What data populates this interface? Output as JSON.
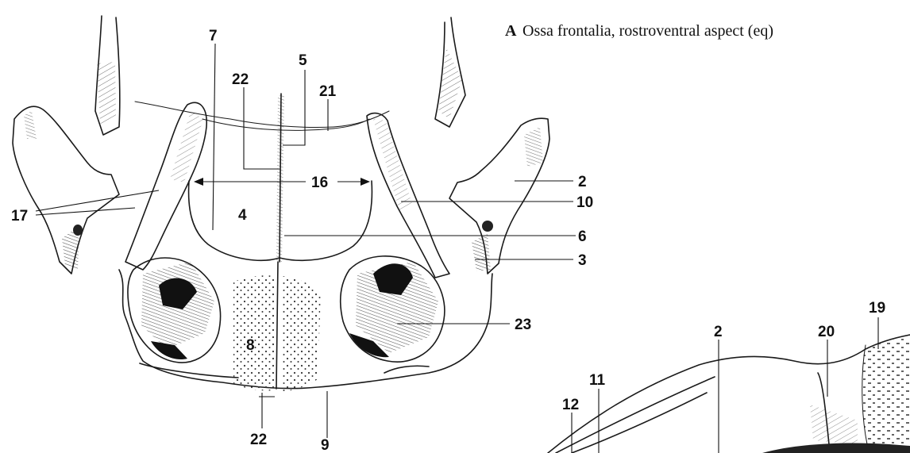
{
  "caption": {
    "letter": "A",
    "text": "Ossa frontalia, rostroventral aspect (eq)"
  },
  "labels": {
    "l7": "7",
    "l5": "5",
    "l22_top": "22",
    "l21": "21",
    "l16": "16",
    "l2_right": "2",
    "l10": "10",
    "l17": "17",
    "l4": "4",
    "l6": "6",
    "l3": "3",
    "l23": "23",
    "l8": "8",
    "l22_bottom": "22",
    "l9": "9",
    "l19": "19",
    "l2_lower": "2",
    "l20": "20",
    "l11": "11",
    "l12": "12"
  }
}
